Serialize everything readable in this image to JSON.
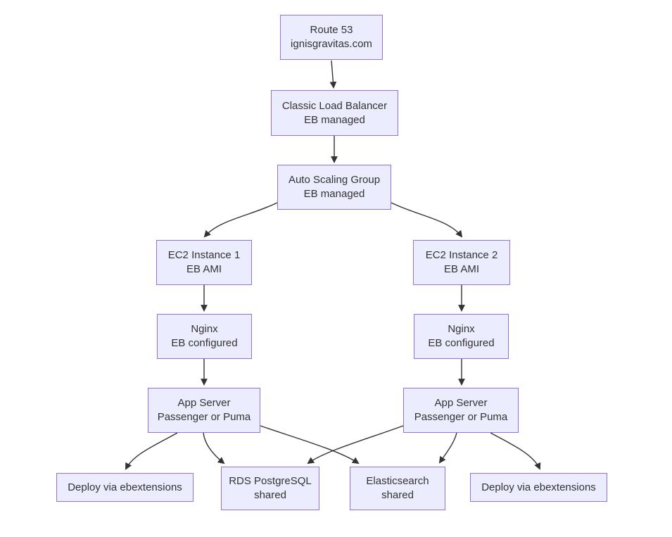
{
  "diagram": {
    "type": "flowchart",
    "nodes": {
      "route53": {
        "line1": "Route 53",
        "line2": "ignisgravitas.com"
      },
      "clb": {
        "line1": "Classic Load Balancer",
        "line2": "EB managed"
      },
      "asg": {
        "line1": "Auto Scaling Group",
        "line2": "EB managed"
      },
      "ec2_1": {
        "line1": "EC2 Instance 1",
        "line2": "EB AMI"
      },
      "ec2_2": {
        "line1": "EC2 Instance 2",
        "line2": "EB AMI"
      },
      "nginx_1": {
        "line1": "Nginx",
        "line2": "EB configured"
      },
      "nginx_2": {
        "line1": "Nginx",
        "line2": "EB configured"
      },
      "app_1": {
        "line1": "App Server",
        "line2": "Passenger or Puma"
      },
      "app_2": {
        "line1": "App Server",
        "line2": "Passenger or Puma"
      },
      "deploy_1": {
        "line1": "Deploy via ebextensions"
      },
      "rds": {
        "line1": "RDS PostgreSQL",
        "line2": "shared"
      },
      "es": {
        "line1": "Elasticsearch",
        "line2": "shared"
      },
      "deploy_2": {
        "line1": "Deploy via ebextensions"
      }
    },
    "edges": [
      {
        "from": "Route 53 ignisgravitas.com",
        "to": "Classic Load Balancer EB managed"
      },
      {
        "from": "Classic Load Balancer EB managed",
        "to": "Auto Scaling Group EB managed"
      },
      {
        "from": "Auto Scaling Group EB managed",
        "to": "EC2 Instance 1 EB AMI"
      },
      {
        "from": "Auto Scaling Group EB managed",
        "to": "EC2 Instance 2 EB AMI"
      },
      {
        "from": "EC2 Instance 1 EB AMI",
        "to": "Nginx EB configured (left)"
      },
      {
        "from": "EC2 Instance 2 EB AMI",
        "to": "Nginx EB configured (right)"
      },
      {
        "from": "Nginx EB configured (left)",
        "to": "App Server Passenger or Puma (left)"
      },
      {
        "from": "Nginx EB configured (right)",
        "to": "App Server Passenger or Puma (right)"
      },
      {
        "from": "App Server Passenger or Puma (left)",
        "to": "Deploy via ebextensions (left)"
      },
      {
        "from": "App Server Passenger or Puma (left)",
        "to": "RDS PostgreSQL shared"
      },
      {
        "from": "App Server Passenger or Puma (left)",
        "to": "Elasticsearch shared"
      },
      {
        "from": "App Server Passenger or Puma (right)",
        "to": "RDS PostgreSQL shared"
      },
      {
        "from": "App Server Passenger or Puma (right)",
        "to": "Elasticsearch shared"
      },
      {
        "from": "App Server Passenger or Puma (right)",
        "to": "Deploy via ebextensions (right)"
      }
    ],
    "colors": {
      "background": "#ffffff",
      "node_fill": "#ECECFF",
      "node_border": "#9370DB",
      "edge_color": "#333333",
      "text_color": "#333333"
    }
  }
}
